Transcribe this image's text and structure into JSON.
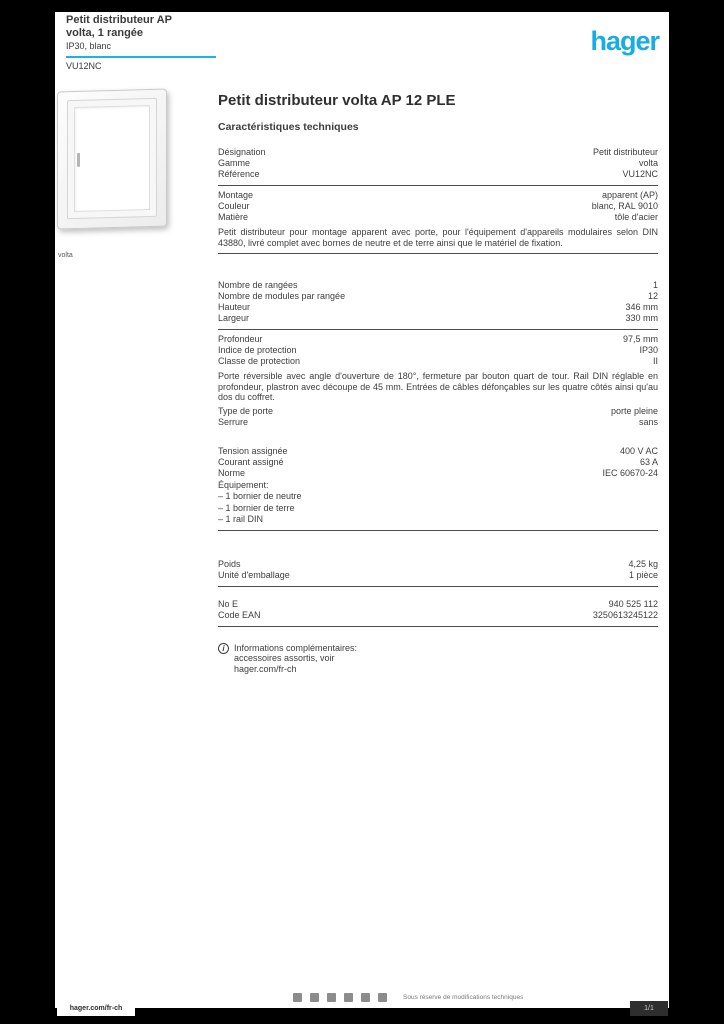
{
  "header": {
    "title_line1": "Petit distributeur AP",
    "title_line2": "volta, 1 rangée",
    "title_line3": "IP30, blanc",
    "reference_line": "VU12NC",
    "logo_text": "hager",
    "brand_blue": "#18ace4"
  },
  "product_image": {
    "caption": "volta"
  },
  "main": {
    "heading": "Petit distributeur volta AP 12 PLE",
    "subheading": "Caractéristiques techniques",
    "sections": [
      {
        "rows": [
          {
            "label": "Désignation",
            "value": "Petit distributeur"
          },
          {
            "label": "Gamme",
            "value": "volta"
          },
          {
            "label": "Référence",
            "value": "VU12NC"
          }
        ],
        "divider": true
      },
      {
        "rows": [
          {
            "label": "Montage",
            "value": "apparent (AP)"
          },
          {
            "label": "Couleur",
            "value": "blanc, RAL 9010"
          },
          {
            "label": "Matière",
            "value": "tôle d'acier"
          }
        ],
        "paragraph": "Petit distributeur pour montage apparent avec porte, pour l'équipement d'appareils modulaires selon DIN 43880, livré complet avec bornes de neutre et de terre ainsi que le matériel de fixation.",
        "divider": true,
        "gap_after": 26
      },
      {
        "rows": [
          {
            "label": "Nombre de rangées",
            "value": "1"
          },
          {
            "label": "Nombre de modules par rangée",
            "value": "12"
          },
          {
            "label": "Hauteur",
            "value": "346 mm"
          },
          {
            "label": "Largeur",
            "value": "330 mm"
          }
        ],
        "divider": true
      },
      {
        "rows": [
          {
            "label": "Profondeur",
            "value": "97,5 mm"
          },
          {
            "label": "Indice de protection",
            "value": "IP30"
          },
          {
            "label": "Classe de protection",
            "value": "II"
          }
        ],
        "paragraph": "Porte réversible avec angle d'ouverture de 180°, fermeture par bouton quart de tour. Rail DIN réglable en profondeur, plastron avec découpe de 45 mm. Entrées de câbles défonçables sur les quatre côtés ainsi qu'au dos du coffret.",
        "rows_after": [
          {
            "label": "Type de porte",
            "value": "porte pleine"
          },
          {
            "label": "Serrure",
            "value": "sans"
          }
        ],
        "divider": false,
        "gap_after": 18
      },
      {
        "rows": [
          {
            "label": "Tension assignée",
            "value": "400 V AC"
          },
          {
            "label": "Courant assigné",
            "value": "63 A"
          },
          {
            "label": "Norme",
            "value": "IEC 60670-24"
          }
        ],
        "lines": [
          "Équipement:",
          "– 1 bornier de neutre",
          "– 1 bornier de terre",
          "– 1 rail DIN"
        ],
        "divider": true,
        "gap_after": 28
      },
      {
        "rows": [
          {
            "label": "Poids",
            "value": "4,25 kg"
          },
          {
            "label": "Unité d'emballage",
            "value": "1 pièce"
          }
        ],
        "divider": true,
        "gap_after": 12
      },
      {
        "rows": [
          {
            "label": "No E",
            "value": "940 525 112"
          },
          {
            "label": "Code EAN",
            "value": "3250613245122"
          }
        ],
        "divider": true,
        "gap_after": 16
      }
    ],
    "note": {
      "info_symbol": "i",
      "lines": [
        "Informations complémentaires:",
        "accessoires assortis, voir",
        "hager.com/fr-ch"
      ]
    }
  },
  "footer": {
    "website": "hager.com/fr-ch",
    "approval_marks_count": 6,
    "disclaimer": "Sous réserve de modifications techniques",
    "page_ref": "1/1"
  }
}
